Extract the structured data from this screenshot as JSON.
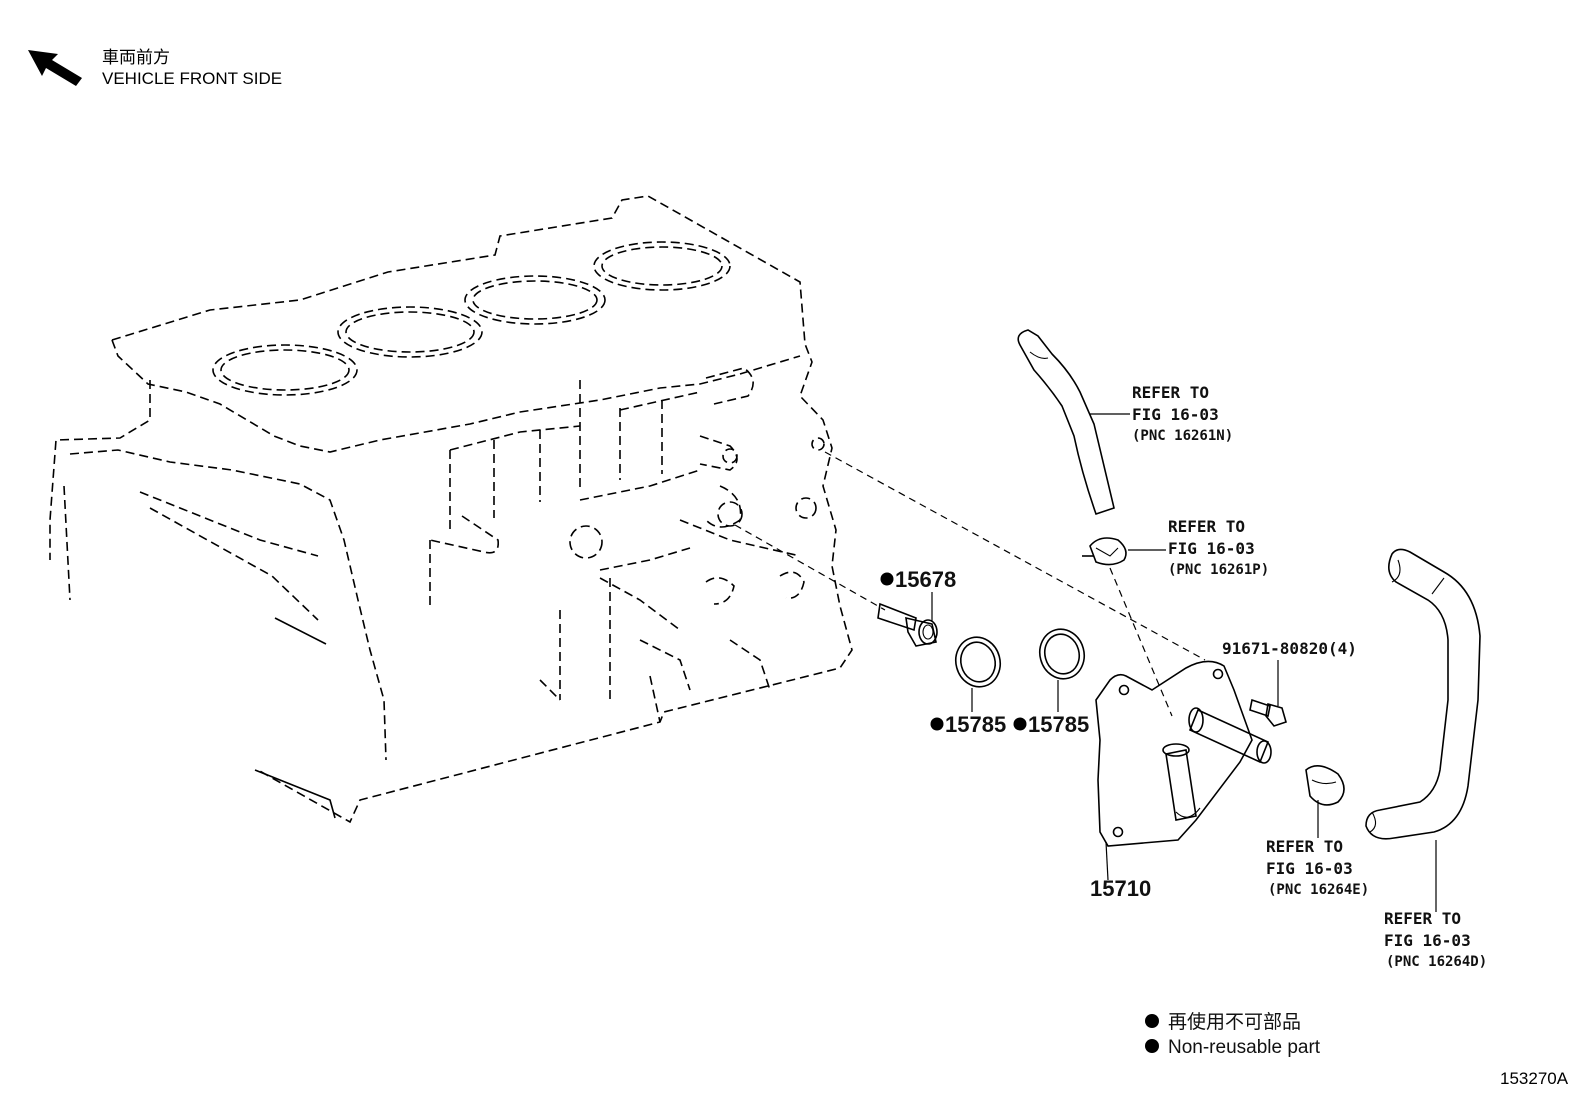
{
  "orientation": {
    "label_jp": "車両前方",
    "label_en": "VEHICLE FRONT SIDE",
    "icon": "arrow-up-left-icon"
  },
  "parts": {
    "p15678": "15678",
    "p15785a": "15785",
    "p15785b": "15785",
    "p15710": "15710",
    "p91671": "91671-80820(4)"
  },
  "refs": {
    "n": {
      "line1": "REFER TO",
      "line2": "FIG 16-03",
      "line3": "(PNC 16261N)"
    },
    "p": {
      "line1": "REFER TO",
      "line2": "FIG 16-03",
      "line3": "(PNC 16261P)"
    },
    "e": {
      "line1": "REFER TO",
      "line2": "FIG 16-03",
      "line3": "(PNC 16264E)"
    },
    "d": {
      "line1": "REFER TO",
      "line2": "FIG 16-03",
      "line3": "(PNC 16264D)"
    }
  },
  "legend": {
    "jp": "再使用不可部品",
    "en": "Non-reusable part",
    "marker": "filled-circle-icon"
  },
  "figure_id": "153270A",
  "colors": {
    "ink": "#000000",
    "background": "#ffffff"
  }
}
